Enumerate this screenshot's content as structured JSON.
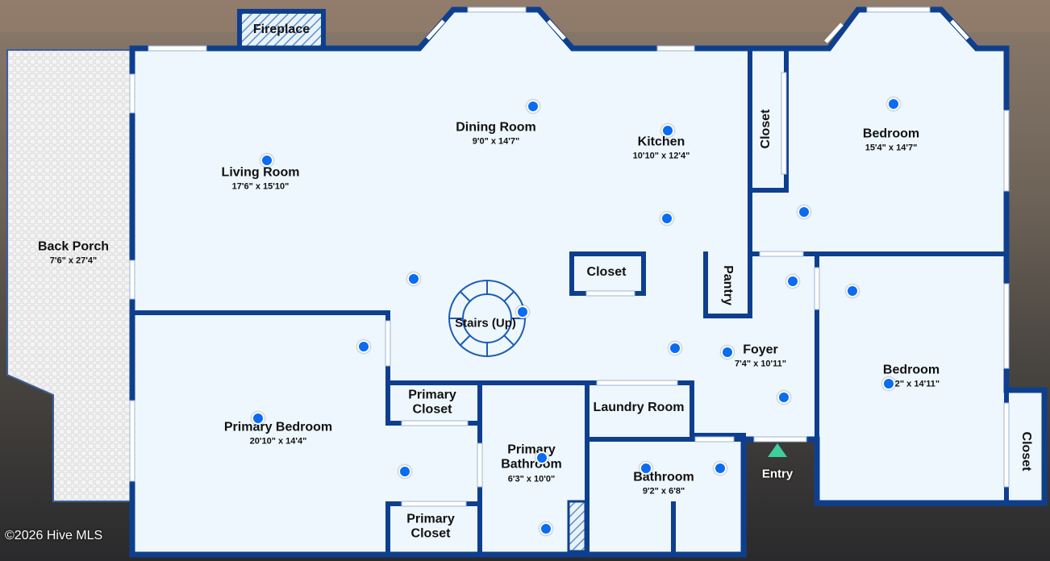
{
  "plan": {
    "rooms": {
      "back_porch": {
        "name": "Back Porch",
        "dims": "7'6\" x 27'4\""
      },
      "living_room": {
        "name": "Living Room",
        "dims": "17'6\" x 15'10\""
      },
      "dining_room": {
        "name": "Dining Room",
        "dims": "9'0\" x 14'7\""
      },
      "kitchen": {
        "name": "Kitchen",
        "dims": "10'10\" x 12'4\""
      },
      "bedroom_ne": {
        "name": "Bedroom",
        "dims": "15'4\" x 14'7\""
      },
      "bedroom_e": {
        "name": "Bedroom",
        "dims": "14'2\" x 14'11\""
      },
      "primary_bedroom": {
        "name": "Primary Bedroom",
        "dims": "20'10\" x 14'4\""
      },
      "primary_bathroom": {
        "name": "Primary Bathroom",
        "dims": "6'3\" x 10'0\""
      },
      "bathroom": {
        "name": "Bathroom",
        "dims": "9'2\" x 6'8\""
      },
      "foyer": {
        "name": "Foyer",
        "dims": "7'4\" x 10'11\""
      },
      "laundry_room": {
        "name": "Laundry Room"
      },
      "primary_closet_upper": {
        "name": "Primary Closet"
      },
      "primary_closet_lower": {
        "name": "Primary Closet"
      },
      "closet_kitchen": {
        "name": "Closet"
      },
      "closet_center": {
        "name": "Closet"
      },
      "closet_east": {
        "name": "Closet"
      },
      "pantry": {
        "name": "Pantry"
      },
      "fireplace": {
        "name": "Fireplace"
      },
      "stairs": {
        "name": "Stairs (Up)"
      }
    },
    "entry_label": "Entry",
    "watermark": "©2026 Hive MLS"
  },
  "colors": {
    "wall": "#0e3f8f",
    "floor": "#eef7fd",
    "window": "#ffffff",
    "hotspot": "#0a6cf0",
    "entry_marker": "#3fcf9f",
    "porch": "#f3f3f3"
  }
}
